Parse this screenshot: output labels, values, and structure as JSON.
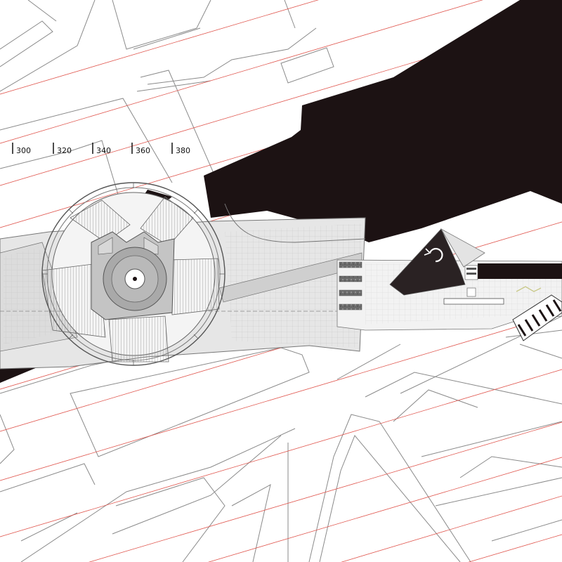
{
  "scale": {
    "labels": [
      "300",
      "320",
      "340",
      "360",
      "380"
    ]
  },
  "colors": {
    "background": "#ffffff",
    "mass": "#1c1213",
    "guide_lines": "#e0574f",
    "linework": "#8a8a8a",
    "floor_light": "#e6e6e6",
    "floor_mid": "#d2d2d2",
    "rotunda_core": "#a9a9a9"
  },
  "icons": {
    "badge": "ring-icon"
  }
}
